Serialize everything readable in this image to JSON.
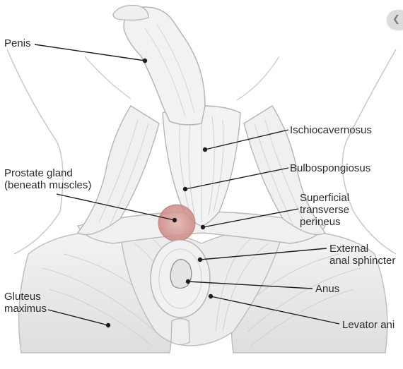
{
  "labels": {
    "penis": "Penis",
    "ischiocavernosus": "Ischiocavernosus",
    "prostate_1": "Prostate gland",
    "prostate_2": "(beneath muscles)",
    "bulbospongiosus": "Bulbospongiosus",
    "superficial_1": "Superficial",
    "superficial_2": "transverse",
    "superficial_3": "perineus",
    "external_1": "External",
    "external_2": "anal sphincter",
    "anus": "Anus",
    "gluteus_1": "Gluteus",
    "gluteus_2": "maximus",
    "levator_ani": "Levator ani"
  },
  "colors": {
    "line": "#1e1e1e",
    "prostate_fill": "#d99b98",
    "muscle_fill": "#f1f1f1",
    "muscle_stroke": "#b9b9b9"
  },
  "icons": {
    "nav": "chevron-left-icon"
  }
}
